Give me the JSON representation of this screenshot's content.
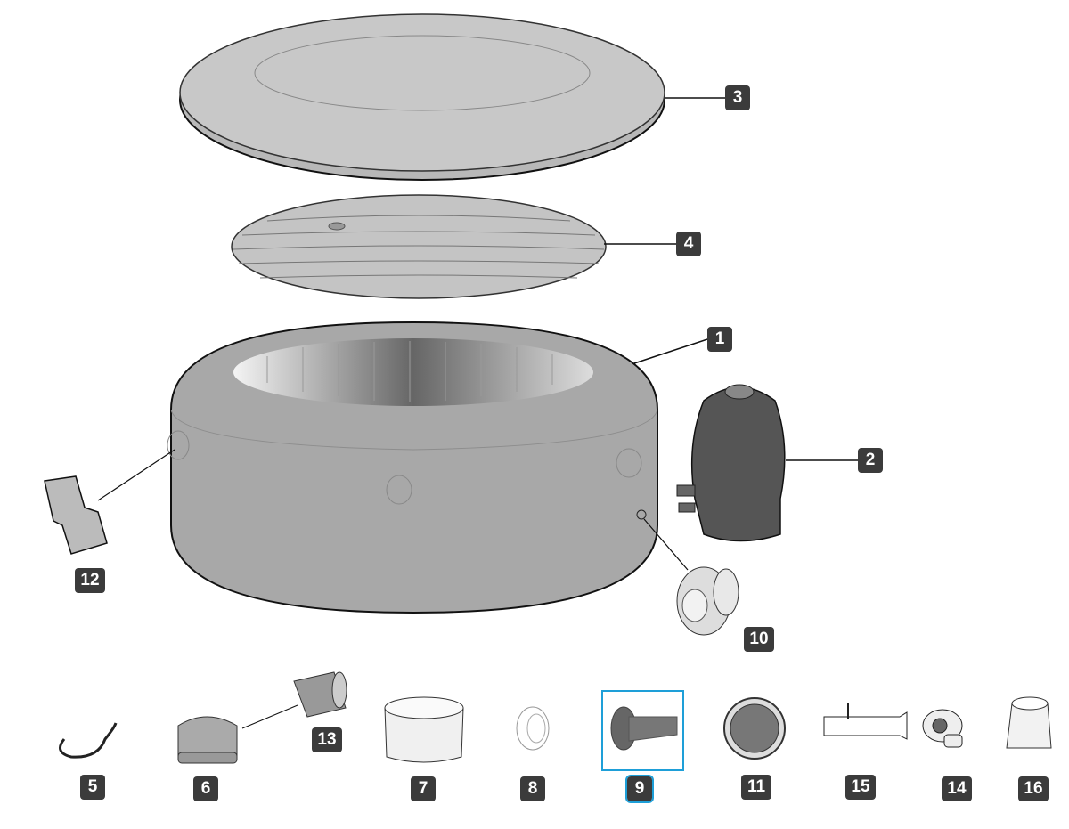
{
  "title": "Spa parts diagram",
  "accent_color": "#1e9fd8",
  "badge_color": "#3b3b3b",
  "selected_part": "9",
  "parts": {
    "p1": "1",
    "p2": "2",
    "p3": "3",
    "p4": "4",
    "p5": "5",
    "p6": "6",
    "p7": "7",
    "p8": "8",
    "p9": "9",
    "p10": "10",
    "p11": "11",
    "p12": "12",
    "p13": "13",
    "p14": "14",
    "p15": "15",
    "p16": "16"
  }
}
